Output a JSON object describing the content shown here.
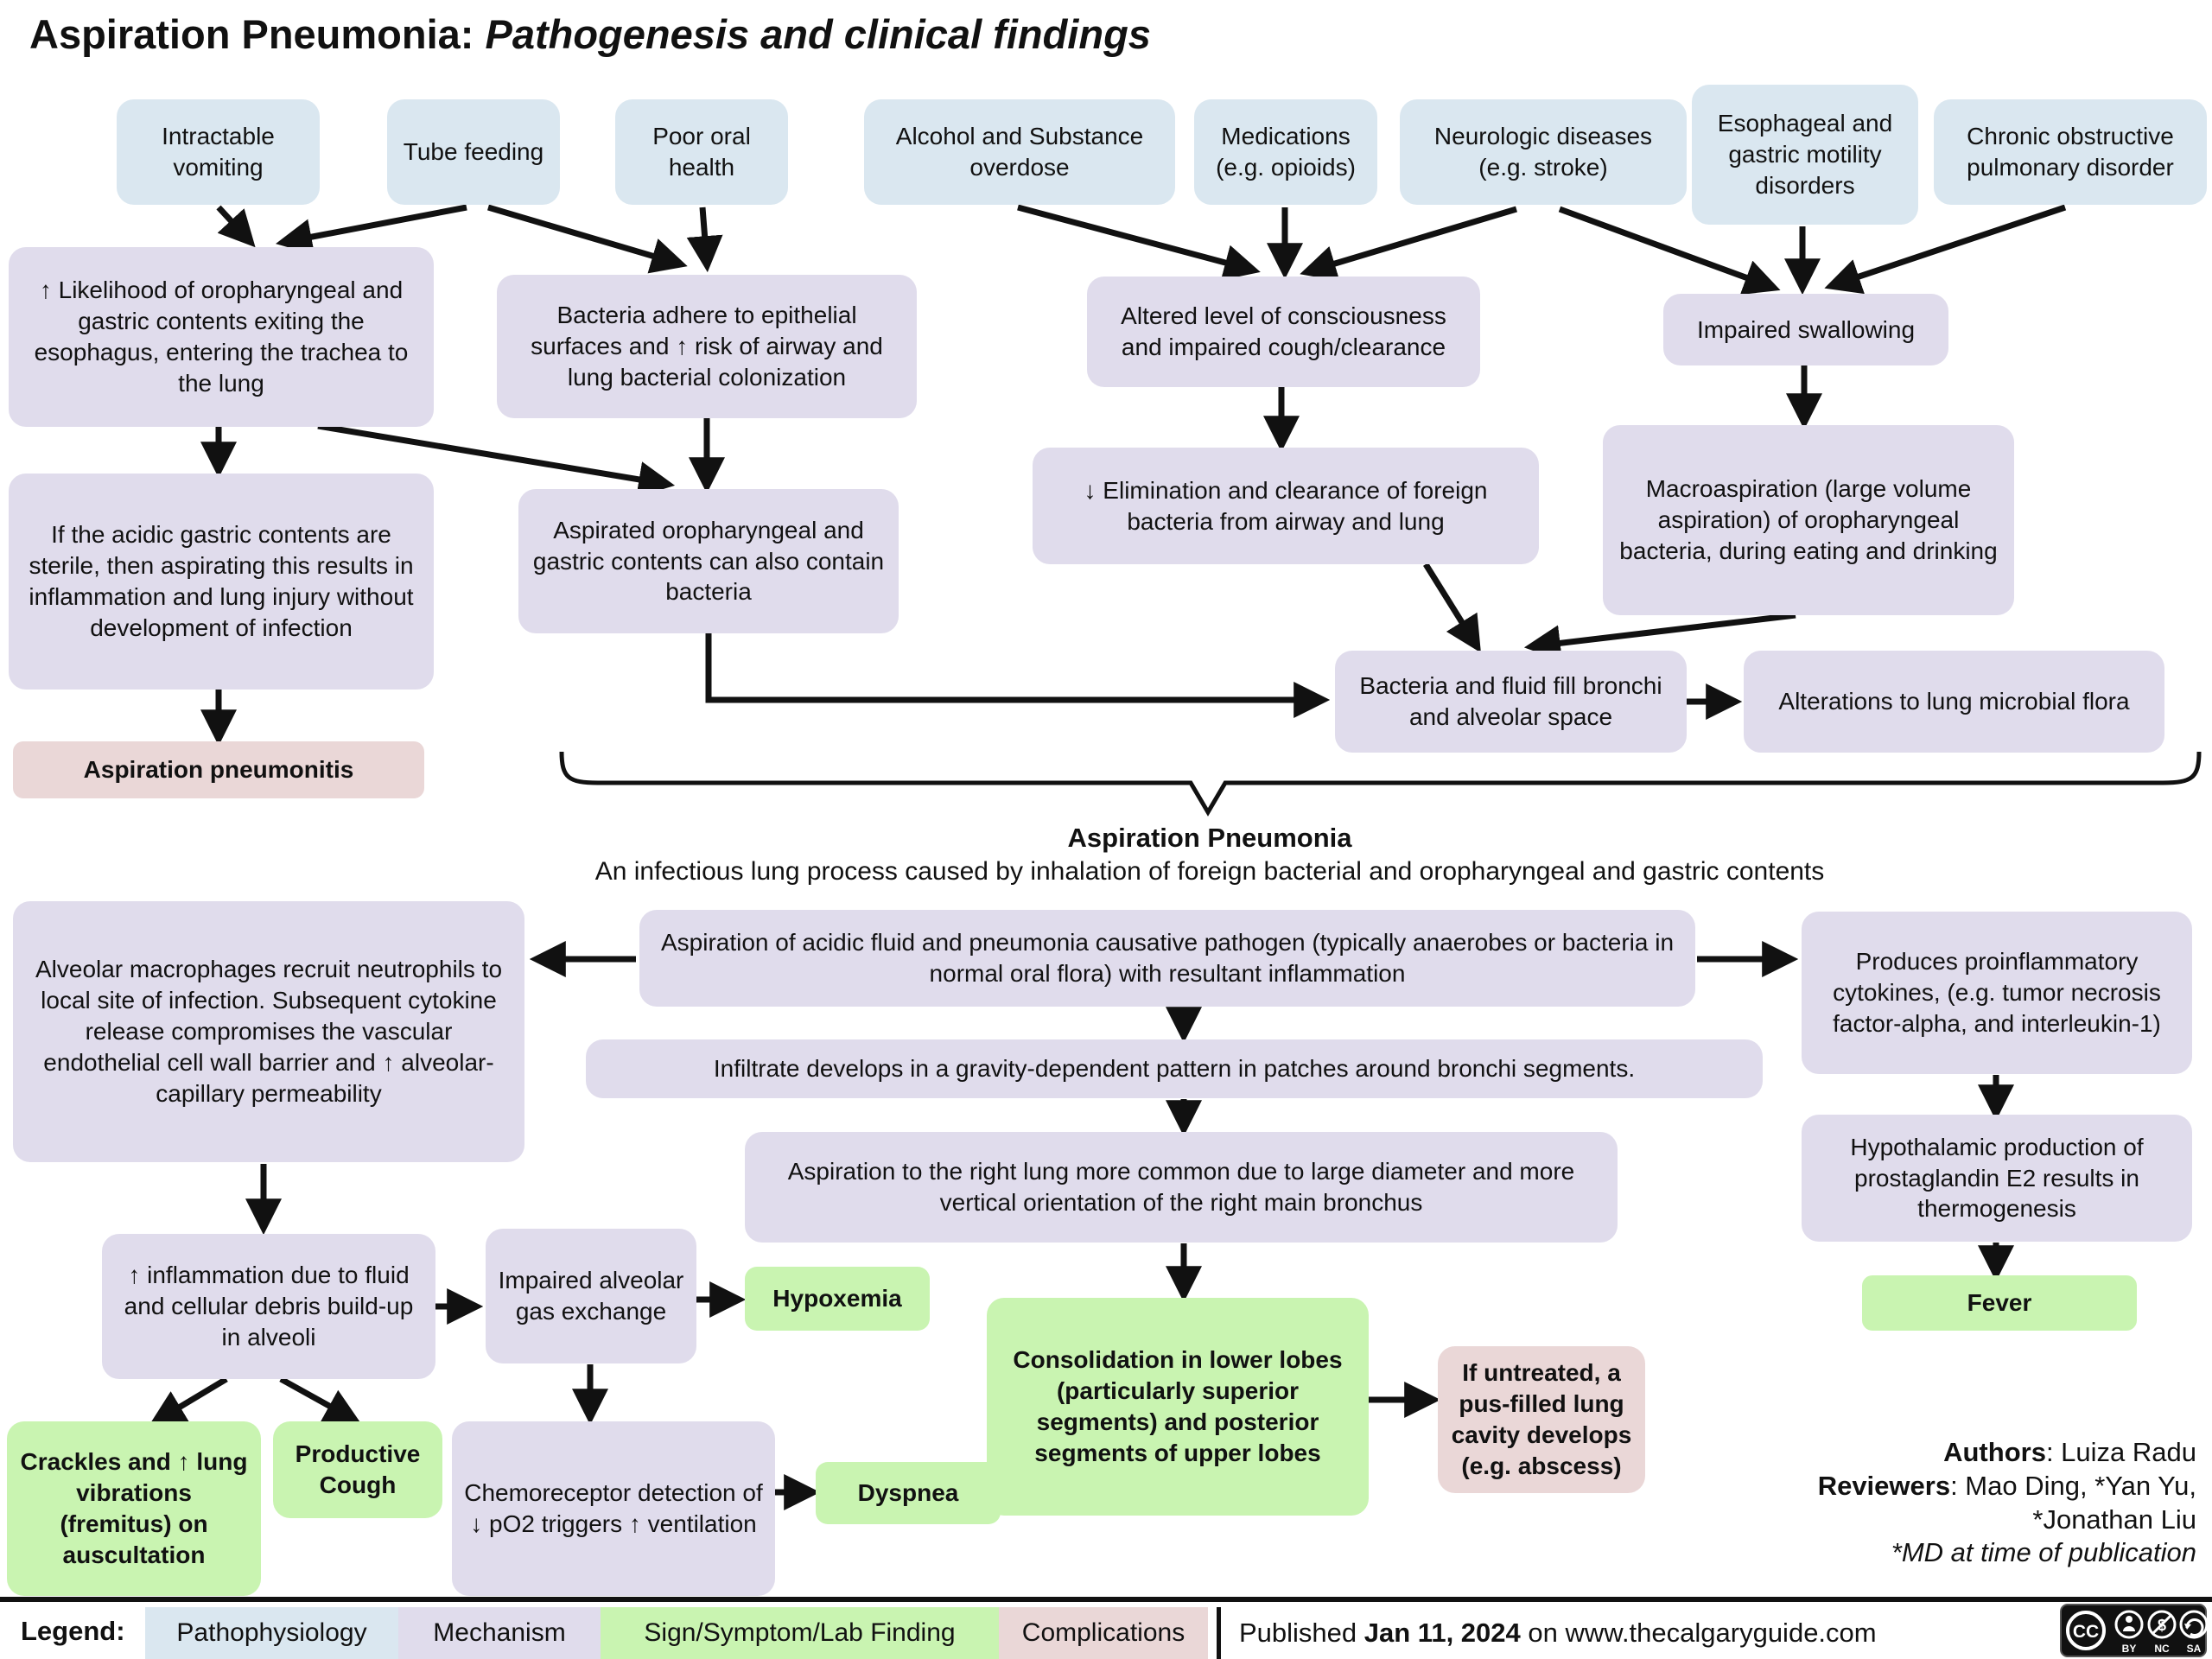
{
  "title": {
    "main": "Aspiration Pneumonia: ",
    "italic": "Pathogenesis and clinical findings"
  },
  "nodes": {
    "intractable_vomiting": "Intractable vomiting",
    "tube_feeding": "Tube feeding",
    "poor_oral_health": "Poor oral health",
    "alcohol_overdose": "Alcohol and Substance overdose",
    "medications": "Medications (e.g. opioids)",
    "neurologic": "Neurologic diseases (e.g. stroke)",
    "esophageal": "Esophageal and gastric motility disorders",
    "copd": "Chronic obstructive pulmonary disorder",
    "likelihood": "↑ Likelihood of oropharyngeal and gastric contents exiting the esophagus, entering the trachea to the lung",
    "bacteria_adhere": "Bacteria adhere to epithelial surfaces and ↑ risk of airway and lung bacterial colonization",
    "altered_loc": "Altered level of consciousness and impaired cough/clearance",
    "impaired_swallowing": "Impaired swallowing",
    "acidic_sterile": "If the acidic gastric contents are sterile, then aspirating this results in inflammation and lung injury without development of infection",
    "aspirated_contents": "Aspirated oropharyngeal and gastric contents can also contain bacteria",
    "elimination": "↓ Elimination and clearance of foreign bacteria from airway and lung",
    "macroaspiration": "Macroaspiration (large volume aspiration) of oropharyngeal bacteria, during eating and drinking",
    "aspiration_pneumonitis": "Aspiration pneumonitis",
    "bacteria_fluid": "Bacteria and fluid fill bronchi and alveolar space",
    "alterations_flora": "Alterations to lung microbial flora",
    "pneumonia_heading": "Aspiration Pneumonia",
    "pneumonia_subtitle": "An infectious lung process caused by inhalation of foreign bacterial and oropharyngeal and gastric contents",
    "alveolar_macrophages": "Alveolar macrophages recruit neutrophils to local site of infection. Subsequent cytokine release compromises the vascular endothelial cell wall barrier and ↑ alveolar-capillary permeability",
    "aspiration_acidic": "Aspiration of acidic fluid and pneumonia causative pathogen (typically anaerobes or bacteria in normal oral flora) with resultant inflammation",
    "produces_cytokines": "Produces proinflammatory cytokines, (e.g. tumor necrosis factor-alpha, and interleukin-1)",
    "infiltrate": "Infiltrate develops in a gravity-dependent pattern in patches around bronchi segments.",
    "right_lung": "Aspiration to the right lung more common due to large diameter and more vertical orientation of the right main bronchus",
    "hypothalamic": "Hypothalamic production of prostaglandin E2 results in thermogenesis",
    "fever": "Fever",
    "inflammation_debris": "↑ inflammation due to fluid and cellular debris build-up in alveoli",
    "impaired_gas": "Impaired alveolar gas exchange",
    "hypoxemia": "Hypoxemia",
    "chemoreceptor": "Chemoreceptor detection of ↓ pO2 triggers ↑ ventilation",
    "dyspnea": "Dyspnea",
    "crackles": "Crackles and ↑ lung vibrations (fremitus) on auscultation",
    "productive_cough": "Productive Cough",
    "consolidation": "Consolidation in lower lobes (particularly superior segments) and posterior segments of upper lobes",
    "abscess": "If untreated, a pus-filled lung cavity develops (e.g. abscess)"
  },
  "credits": {
    "authors_label": "Authors",
    "authors": ": Luiza Radu",
    "reviewers_label": "Reviewers",
    "reviewers": ": Mao Ding, *Yan Yu,",
    "reviewers_cont": "*Jonathan Liu",
    "footnote": "*MD at time of publication"
  },
  "legend": {
    "label": "Legend:",
    "items": [
      {
        "label": "Pathophysiology",
        "color": "#dae7f0"
      },
      {
        "label": "Mechanism",
        "color": "#e0dcec"
      },
      {
        "label": "Sign/Symptom/Lab Finding",
        "color": "#c9f4b1"
      },
      {
        "label": "Complications",
        "color": "#ead7d7"
      }
    ]
  },
  "footer": {
    "published_label": "Published ",
    "date": "Jan 11, 2024",
    "rest": " on www.thecalgaryguide.com"
  },
  "license": {
    "cc": "CC",
    "by": "BY",
    "nc": "NC",
    "sa": "SA"
  }
}
